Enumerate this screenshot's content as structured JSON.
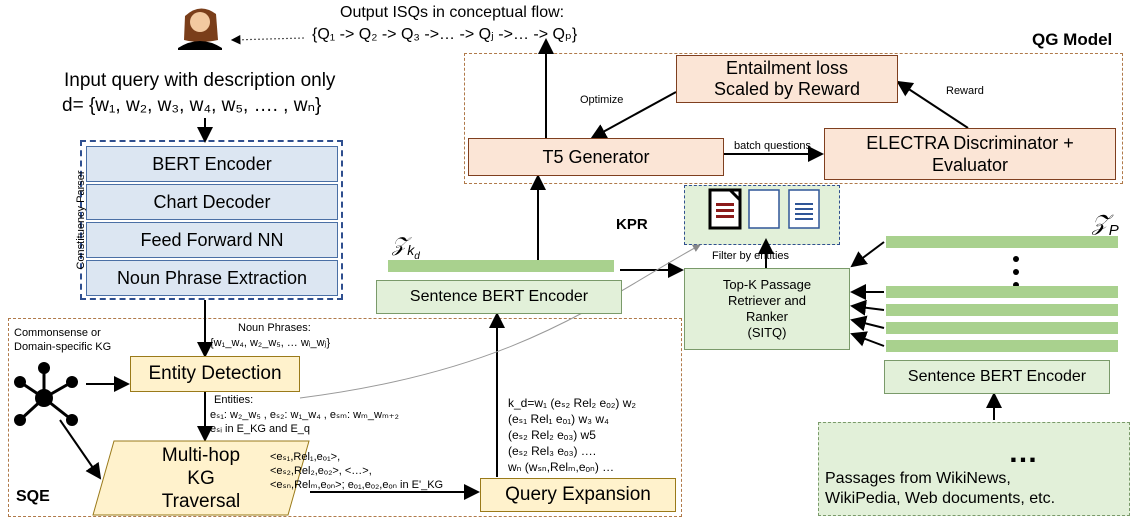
{
  "top": {
    "output_title": "Output ISQs in conceptual flow:",
    "output_flow": "{Q₁ -> Q₂ -> Q₃ ->… -> Qⱼ ->… -> Qₚ}",
    "input_title": "Input query with description only",
    "input_query": "d= {w₁, w₂, w₃, w₄, w₅, …. , wₙ}"
  },
  "parser": {
    "label": "Constituency Parser",
    "layers": [
      "BERT Encoder",
      "Chart Decoder",
      "Feed Forward NN",
      "Noun Phrase Extraction"
    ]
  },
  "qg": {
    "title": "QG Model",
    "entailment": "Entailment loss\nScaled by Reward",
    "optimize": "Optimize",
    "reward": "Reward",
    "t5": "T5 Generator",
    "batch": "batch questions",
    "electra": "ELECTRA Discriminator +\nEvaluator"
  },
  "kpr": {
    "label": "KPR",
    "filter": "Filter by entities",
    "zkd": "𝒵",
    "zkd_sub": "k",
    "zkd_subsub": "d",
    "zp": "𝒵",
    "zp_sub": "P",
    "retriever": "Top-K Passage\nRetriever and\nRanker\n(SITQ)",
    "sbert_left": "Sentence BERT Encoder",
    "sbert_right": "Sentence BERT Encoder",
    "passages": "Passages from WikiNews,\nWikiPedia, Web documents, etc.",
    "ellipsis": "…"
  },
  "sqe": {
    "label": "SQE",
    "kg_label": "Commonsense or\nDomain-specific KG",
    "np_title": "Noun Phrases:",
    "np_values": "{w₁_w₄, w₂_w₅, … wᵢ_wⱼ}",
    "entity_detection": "Entity Detection",
    "entities_title": "Entities:",
    "entities_line1": "eₛ₁: w₂_w₅ , eₛ₂: w₁_w₄ , eₛₘ: wₘ_wₘ₊₂",
    "entities_line2": "eₛᵢ in E_KG and E_q",
    "multihop": "Multi-hop\nKG\nTraversal",
    "triples_line1": "<eₛ₁,Rel₁,eₒ₁>,",
    "triples_line2": "<eₛ₂,Rel₂,eₒ₂>, <…>,",
    "triples_line3": "<eₛₙ,Relₘ,eₒₙ>; eₒ₁,eₒ₂,eₒₙ in E'_KG",
    "expansion_lines": [
      "k_d=w₁ (eₛ₂ Rel₂ eₒ₂) w₂",
      "(eₛ₁ Rel₁ eₒ₁) w₃ w₄",
      "(eₛ₂ Rel₂ eₒ₃) w5",
      "(eₛ₂ Rel₃ eₒ₃) ….",
      "wₙ (wₛₙ,Relₘ,eₒₙ) …"
    ],
    "query_expansion": "Query Expansion"
  }
}
